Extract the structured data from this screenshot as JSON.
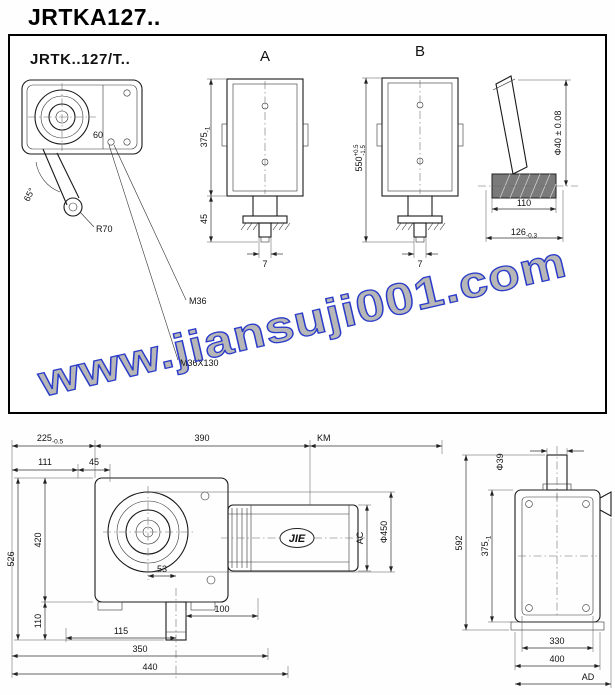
{
  "title": "JRTKA127..",
  "panel": {
    "subtitle": "JRTK..127/T..",
    "watermark": "www.jiansuji001.com",
    "view_a_label": "A",
    "view_b_label": "B",
    "front": {
      "dim_60": "60",
      "dim_65deg": "65°",
      "dim_r70": "R70",
      "dim_m36": "M36",
      "dim_m36x130": "M36X130"
    },
    "view_a": {
      "dim_375": "375",
      "dim_375_tol": "-1",
      "dim_45": "45",
      "dim_7": "7"
    },
    "view_b": {
      "dim_550": "550",
      "dim_550_tol_up": "+0.5",
      "dim_550_tol_dn": "-1.5",
      "dim_7": "7"
    },
    "bushing": {
      "dim_phi40": "Φ40 ± 0.08",
      "dim_110": "110",
      "dim_126": "126",
      "dim_126_tol": "-0.3"
    }
  },
  "side_view": {
    "dim_225": "225",
    "dim_225_tol": "-0.5",
    "dim_390": "390",
    "dim_km": "KM",
    "dim_111": "111",
    "dim_45": "45",
    "dim_526": "526",
    "dim_420": "420",
    "dim_53": "53",
    "dim_110": "110",
    "dim_100": "100",
    "dim_115": "115",
    "dim_350": "350",
    "dim_440": "440",
    "dim_ac": "AC",
    "dim_phi450": "Φ450",
    "motor_logo": "JIE"
  },
  "rear_view": {
    "dim_phi39": "Φ39",
    "dim_592": "592",
    "dim_375": "375",
    "dim_375_tol": "-1",
    "dim_330": "330",
    "dim_400": "400",
    "dim_ad": "AD"
  }
}
